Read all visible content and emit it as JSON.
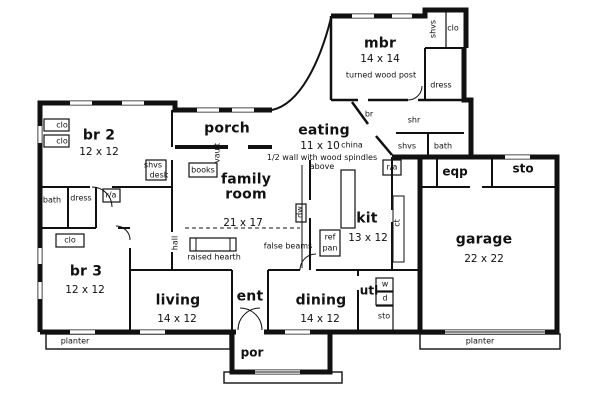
{
  "plan": {
    "rooms": {
      "mbr": {
        "name": "mbr",
        "dims": "14 x 14",
        "note": "turned wood post"
      },
      "porch": {
        "name": "porch"
      },
      "eating": {
        "name": "eating",
        "dims": "11 x 10",
        "note": "1/2 wall with wood spindles above"
      },
      "br2": {
        "name": "br 2",
        "dims": "12 x 12"
      },
      "family": {
        "name": "family room",
        "dims": "21 x 17"
      },
      "kit": {
        "name": "kit",
        "dims": "13 x 12"
      },
      "garage": {
        "name": "garage",
        "dims": "22 x 22"
      },
      "br3": {
        "name": "br 3",
        "dims": "12 x 12"
      },
      "living": {
        "name": "living",
        "dims": "14 x 12"
      },
      "ent": {
        "name": "ent"
      },
      "dining": {
        "name": "dining",
        "dims": "14 x 12"
      },
      "utl": {
        "name": "utl"
      },
      "eqp": {
        "name": "eqp"
      },
      "sto": {
        "name": "sto"
      },
      "por": {
        "name": "por"
      }
    },
    "labels": {
      "shvs_tr": "shvs",
      "clo_tr": "clo",
      "dress_r": "dress",
      "br_pass": "br",
      "shr": "shr",
      "shvs_r": "shvs",
      "bath_r": "bath",
      "ra_r": "r/a",
      "china": "china",
      "clo_l1": "clo",
      "clo_l2": "clo",
      "shvs_l": "shvs",
      "desk": "desk",
      "books": "books",
      "vault": "vault",
      "hall": "hall",
      "bath_l": "bath",
      "dress_l": "dress",
      "ra_l": "r/a",
      "clo_l3": "clo",
      "raised_hearth": "raised hearth",
      "false_beams": "false beams",
      "dw": "dw",
      "ref": "ref",
      "pan": "pan",
      "ct": "ct",
      "w": "w",
      "d": "d",
      "sto_small": "sto",
      "planter_left": "planter",
      "planter_right": "planter"
    }
  }
}
